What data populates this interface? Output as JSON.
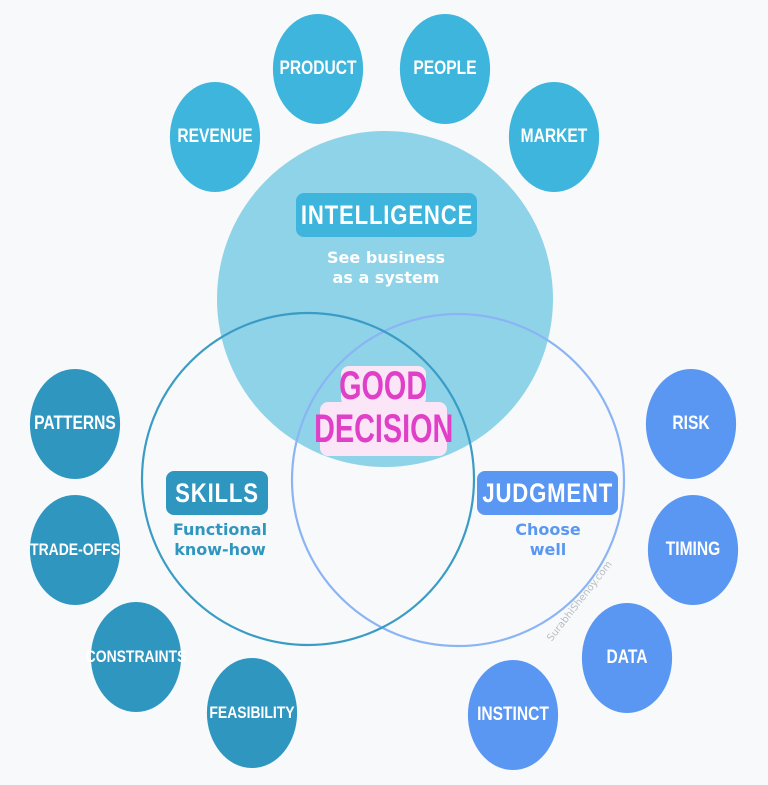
{
  "colors": {
    "background": "#f7f9fb",
    "intelligence_nodes": "#3db5dd",
    "intelligence_circle": "#8fd3e8",
    "skills_nodes": "#2f96c0",
    "skills_outline": "#3a9cc4",
    "judgment_nodes": "#5a97f2",
    "judgment_outline": "#8bb4f4",
    "good_decision_text": "#e040c8",
    "good_decision_bg": "#fbe6f7"
  },
  "intelligence": {
    "label": "INTELLIGENCE",
    "description_line1": "See business",
    "description_line2": "as a system",
    "nodes": [
      "REVENUE",
      "PRODUCT",
      "PEOPLE",
      "MARKET"
    ]
  },
  "skills": {
    "label": "SKILLS",
    "description_line1": "Functional",
    "description_line2": "know-how",
    "nodes": [
      "PATTERNS",
      "TRADE-OFFS",
      "CONSTRAINTS",
      "FEASIBILITY"
    ]
  },
  "judgment": {
    "label": "JUDGMENT",
    "description_line1": "Choose",
    "description_line2": "well",
    "nodes": [
      "RISK",
      "TIMING",
      "DATA",
      "INSTINCT"
    ]
  },
  "center": {
    "line1": "GOOD",
    "line2": "DECISION"
  },
  "watermark": "SurabhiShenoy.com"
}
